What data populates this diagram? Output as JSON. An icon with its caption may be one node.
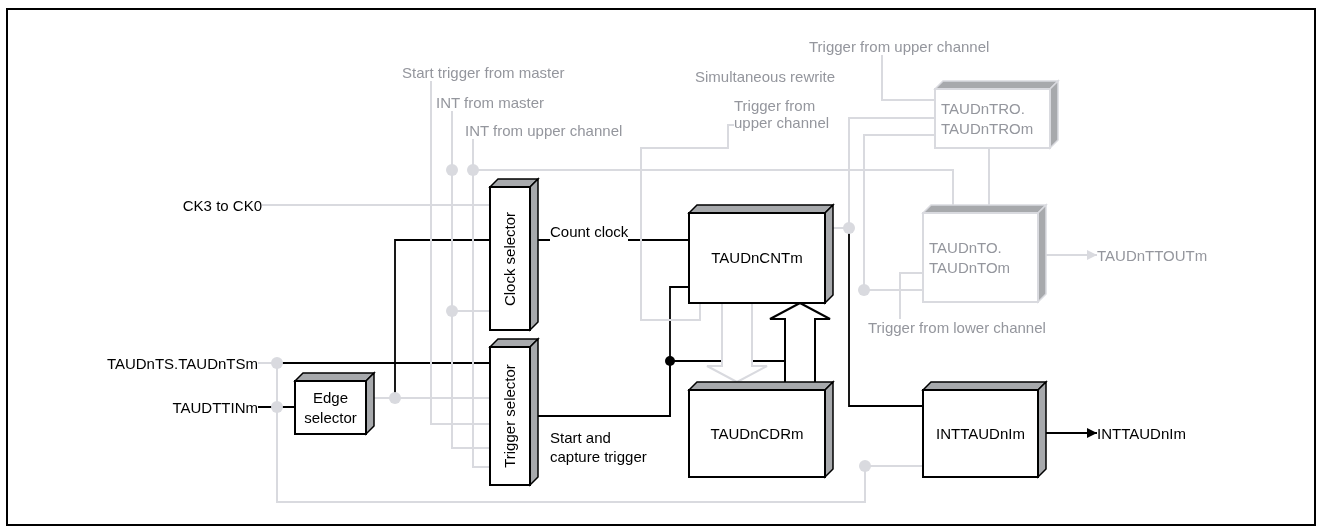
{
  "diagram": {
    "nodes": [
      {
        "text": [
          "CK3 to CK0"
        ]
      },
      {
        "text": [
          "Clock selector"
        ]
      },
      {
        "text": [
          "TAUDnTS.TAUDnTSm"
        ]
      },
      {
        "text": [
          "TAUDTTINm"
        ]
      },
      {
        "text": [
          "Edge selector"
        ]
      },
      {
        "text": [
          "Trigger selector"
        ]
      },
      {
        "text": [
          "TAUDnCNTm"
        ]
      },
      {
        "text": [
          "TAUDnCDRm"
        ]
      },
      {
        "text": [
          "TAUDnTRO. TAUDnTROm"
        ]
      },
      {
        "text": [
          "TAUDnTO. TAUDnTOm"
        ]
      },
      {
        "text": [
          "INTTAUDnIm"
        ]
      },
      {
        "text": [
          "INTTAUDnIm"
        ]
      },
      {
        "text": [
          "TAUDnTTOUTm"
        ]
      },
      {
        "text": [
          "Start trigger from master"
        ]
      },
      {
        "text": [
          "INT from master"
        ]
      },
      {
        "text": [
          "INT from upper channel"
        ]
      },
      {
        "text": [
          "Trigger from upper channel"
        ]
      },
      {
        "text": [
          "Trigger from upper channel"
        ]
      },
      {
        "text": [
          "Trigger from lower channel"
        ]
      }
    ],
    "edges": [
      {
        "from": 0,
        "to": 1,
        "arrow": "none"
      },
      {
        "from": 4,
        "to": 1,
        "arrow": "none",
        "color": "#000000"
      },
      {
        "from": 2,
        "to": 5,
        "arrow": "none",
        "color": "#000000"
      },
      {
        "from": 3,
        "to": 4,
        "arrow": "none",
        "color": "#000000"
      },
      {
        "from": 4,
        "to": 5,
        "arrow": "none"
      },
      {
        "from": 1,
        "to": 6,
        "arrow": "none",
        "label": "Count clock",
        "color": "#000000"
      },
      {
        "from": 5,
        "to": 6,
        "arrow": "none",
        "label": "Start and capture trigger",
        "color": "#000000"
      },
      {
        "from": 7,
        "to": 6,
        "arrow": "to",
        "style": "thick",
        "color": "#000000"
      },
      {
        "from": 6,
        "to": 7,
        "arrow": "to",
        "style": "thick"
      },
      {
        "from": 6,
        "to": 10,
        "arrow": "none",
        "color": "#000000"
      },
      {
        "from": 10,
        "to": 11,
        "arrow": "to",
        "color": "#000000"
      },
      {
        "from": 9,
        "to": 12,
        "arrow": "to"
      },
      {
        "from": 8,
        "to": 9,
        "arrow": "none"
      },
      {
        "from": 16,
        "to": 8,
        "arrow": "none"
      },
      {
        "from": 13,
        "to": 5,
        "arrow": "none"
      },
      {
        "from": 14,
        "to": 5,
        "arrow": "none"
      },
      {
        "from": 15,
        "to": 5,
        "arrow": "none"
      },
      {
        "from": 17,
        "to": 6,
        "arrow": "none"
      },
      {
        "from": 18,
        "to": 9,
        "arrow": "none"
      },
      {
        "from": 15,
        "to": 9,
        "arrow": "none"
      },
      {
        "from": 8,
        "to": 9,
        "arrow": "none"
      },
      {
        "from": 8,
        "to": 6,
        "arrow": "none"
      },
      {
        "from": 2,
        "to": 10,
        "arrow": "none"
      },
      {
        "from": 14,
        "to": 1,
        "arrow": "none"
      },
      {
        "from": 5,
        "to": 7,
        "arrow": "none",
        "color": "#000000"
      }
    ],
    "labels": [
      "Simultaneous rewrite"
    ]
  }
}
